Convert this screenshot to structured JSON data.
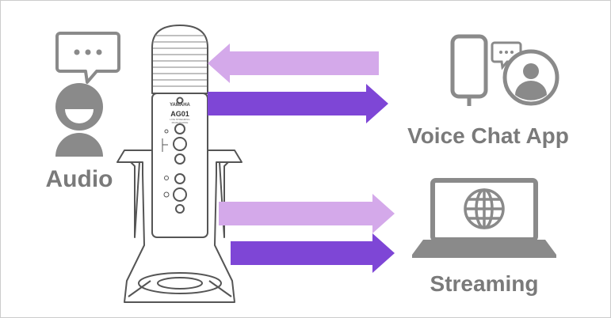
{
  "labels": {
    "audio": "Audio",
    "voice_chat_app": "Voice Chat App",
    "streaming": "Streaming"
  },
  "mic": {
    "brand": "YAMAHA",
    "model": "AG01",
    "subtitle_line1": "LIVE STREAMING",
    "subtitle_line2": "MICROPHONE"
  },
  "colors": {
    "light_arrow": "#d4a9ea",
    "dark_arrow": "#7e46d6",
    "icon_gray": "#8a8a8a",
    "outline": "#555555",
    "border": "#cccccc"
  },
  "icons": {
    "chat_bubble": "speech-bubble-icon",
    "person": "person-icon",
    "smartphone": "smartphone-icon",
    "avatar": "avatar-icon",
    "laptop": "laptop-icon",
    "globe": "globe-icon"
  }
}
